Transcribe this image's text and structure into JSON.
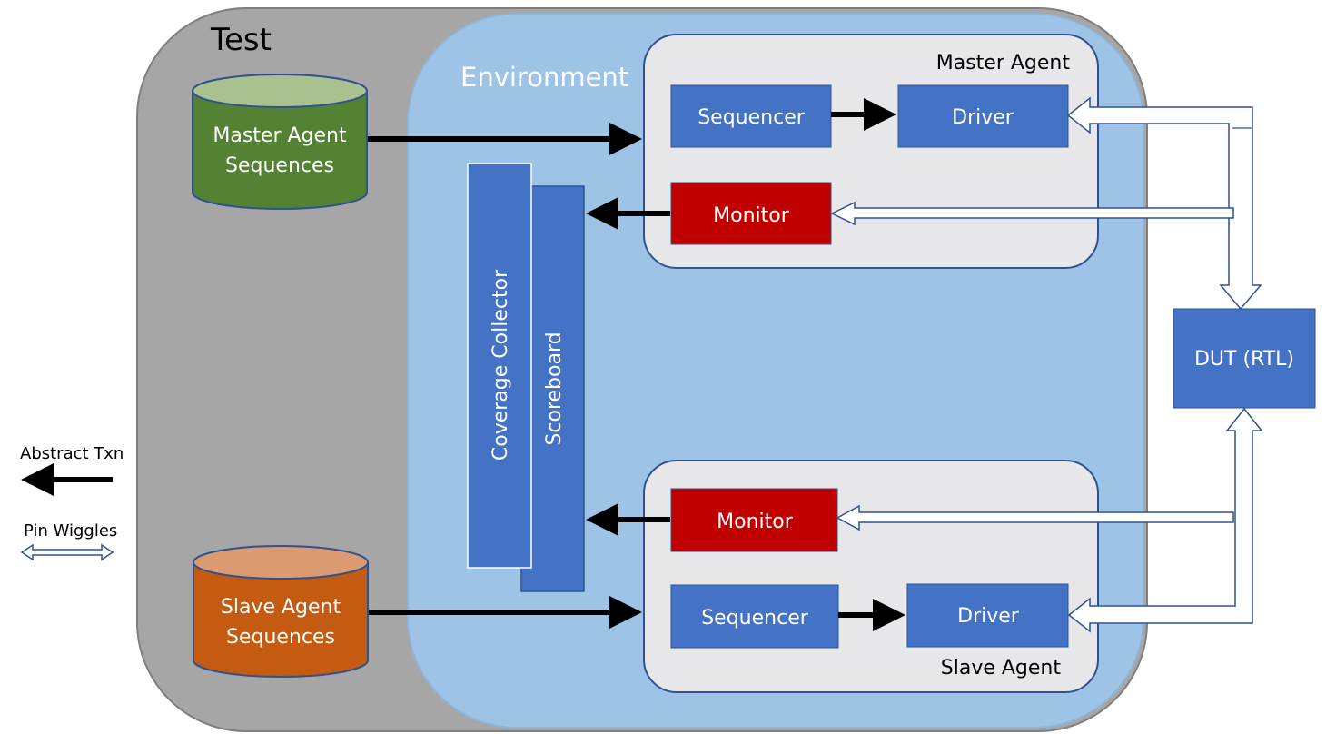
{
  "test": {
    "label": "Test"
  },
  "environment": {
    "label": "Environment"
  },
  "master_sequences": {
    "line1": "Master Agent",
    "line2": "Sequences"
  },
  "slave_sequences": {
    "line1": "Slave Agent",
    "line2": "Sequences"
  },
  "master_agent": {
    "label": "Master Agent",
    "sequencer": "Sequencer",
    "driver": "Driver",
    "monitor": "Monitor"
  },
  "slave_agent": {
    "label": "Slave Agent",
    "sequencer": "Sequencer",
    "driver": "Driver",
    "monitor": "Monitor"
  },
  "coverage_collector": {
    "label": "Coverage Collector"
  },
  "scoreboard": {
    "label": "Scoreboard"
  },
  "dut": {
    "label": "DUT (RTL)"
  },
  "legend": {
    "abstract_txn": "Abstract Txn",
    "pin_wiggles": "Pin Wiggles"
  },
  "colors": {
    "test_bg": "#a6a6a6",
    "env_bg": "#9dc3e6",
    "agent_bg": "#e7e6e9",
    "block_blue": "#4472c4",
    "monitor_red": "#c00000",
    "master_seq_green": "#548235",
    "slave_seq_orange": "#c55a11"
  }
}
